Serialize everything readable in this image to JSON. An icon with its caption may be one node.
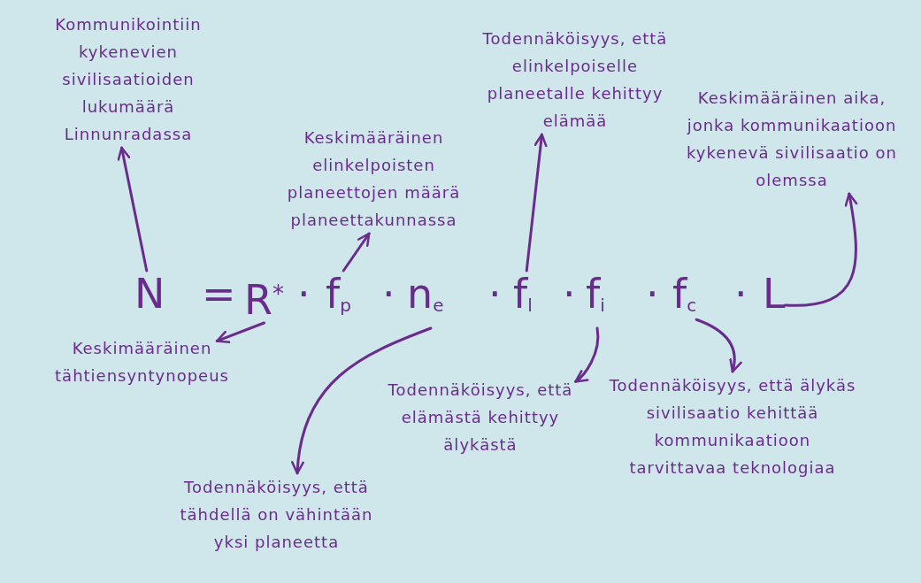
{
  "diagram": {
    "nodes": [
      {
        "text": [
          "Kommunikointiin kykenevien sivilisaatioiden lukumäärä Linnunradassa"
        ]
      },
      {
        "text": [
          "Todennäköisyys, että elinkelpoiselle planeetalle kehittyy elämää"
        ]
      },
      {
        "text": [
          "Keskimääräinen aika, jonka kommunikaatioon kykenevä sivilisaatio on olemssa"
        ]
      },
      {
        "text": [
          "Keskimääräinen elinkelpoisten planeettojen määrä planeettakunnassa"
        ]
      },
      {
        "text": [
          "N"
        ]
      },
      {
        "text": [
          "R$^{*}$"
        ]
      },
      {
        "text": [
          "f$_{p}$"
        ]
      },
      {
        "text": [
          "n$_{e}$"
        ]
      },
      {
        "text": [
          "f$_{l}$"
        ]
      },
      {
        "text": [
          "f$_{i}$"
        ]
      },
      {
        "text": [
          "f$_{c}$"
        ]
      },
      {
        "text": [
          "L"
        ]
      },
      {
        "text": [
          "Keskimääräinen tähtiensyntynopeus"
        ]
      },
      {
        "text": [
          "Todennäköisyys, että elämästä kehittyy älykästä"
        ]
      },
      {
        "text": [
          "Todennäköisyys, että älykäs sivilisaatio kehittää kommunikaatioon tarvittavaa teknologiaa"
        ]
      },
      {
        "text": [
          "Todennäköisyys, että tähdellä on vähintään yksi planeetta"
        ]
      }
    ],
    "edges": [
      {
        "from": 4,
        "to": 0,
        "arrow": "to"
      },
      {
        "from": 6,
        "to": 3,
        "arrow": "to"
      },
      {
        "from": 8,
        "to": 1,
        "arrow": "to"
      },
      {
        "from": 11,
        "to": 2,
        "arrow": "to"
      },
      {
        "from": 5,
        "to": 12,
        "arrow": "to"
      },
      {
        "from": 7,
        "to": 15,
        "arrow": "to"
      },
      {
        "from": 9,
        "to": 13,
        "arrow": "to"
      },
      {
        "from": 10,
        "to": 14,
        "arrow": "to"
      }
    ],
    "labels": [
      "=",
      "·",
      "·",
      "·",
      "·",
      "·",
      "·"
    ]
  }
}
